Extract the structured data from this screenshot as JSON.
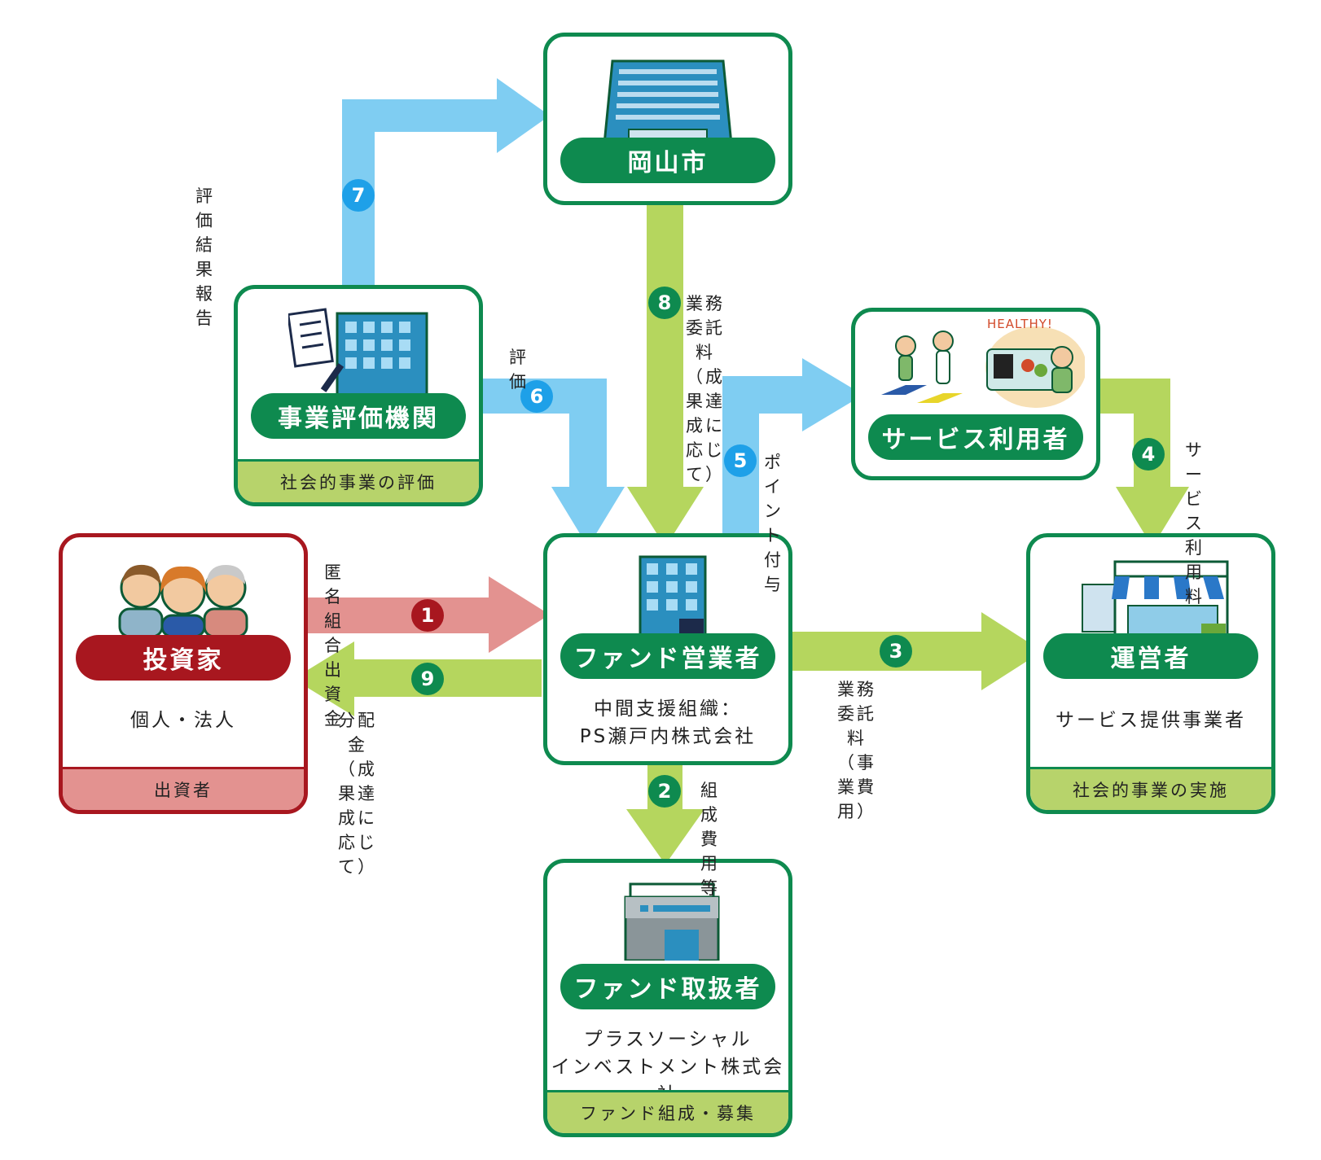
{
  "colors": {
    "green": "#0e8a4f",
    "red": "#a8171f",
    "blue_arrow": "#7fcdf2",
    "green_arrow": "#b5d65e",
    "red_arrow": "#e39290"
  },
  "nodes": {
    "okayama": {
      "title": "岡山市"
    },
    "evaluator": {
      "title": "事業評価機関",
      "footer": "社会的事業の評価"
    },
    "service_user": {
      "title": "サービス利用者",
      "badge": "HEALTHY!"
    },
    "investor": {
      "title": "投資家",
      "sub": "個人・法人",
      "footer": "出資者"
    },
    "fund_operator": {
      "title": "ファンド営業者",
      "sub": "中間支援組織：\nPS瀬戸内株式会社"
    },
    "operator": {
      "title": "運営者",
      "sub": "サービス提供事業者",
      "footer": "社会的事業の実施"
    },
    "fund_handler": {
      "title": "ファンド取扱者",
      "sub": "プラスソーシャル\nインベストメント株式会社",
      "footer": "ファンド組成・募集"
    }
  },
  "flows": [
    {
      "num": "1",
      "label": "匿名組合出資金"
    },
    {
      "num": "2",
      "label": "組成費用等"
    },
    {
      "num": "3",
      "label": "業務委託料\n（事業費用）"
    },
    {
      "num": "4",
      "label": "サービス\n利用料"
    },
    {
      "num": "5",
      "label": "ポイント\n付与"
    },
    {
      "num": "6",
      "label": "評 価"
    },
    {
      "num": "7",
      "label": "評価結果報告"
    },
    {
      "num": "8",
      "label": "業務委託料\n（成果達成に応じて）"
    },
    {
      "num": "9",
      "label": "分配金\n（成果達成に応じて）"
    }
  ]
}
